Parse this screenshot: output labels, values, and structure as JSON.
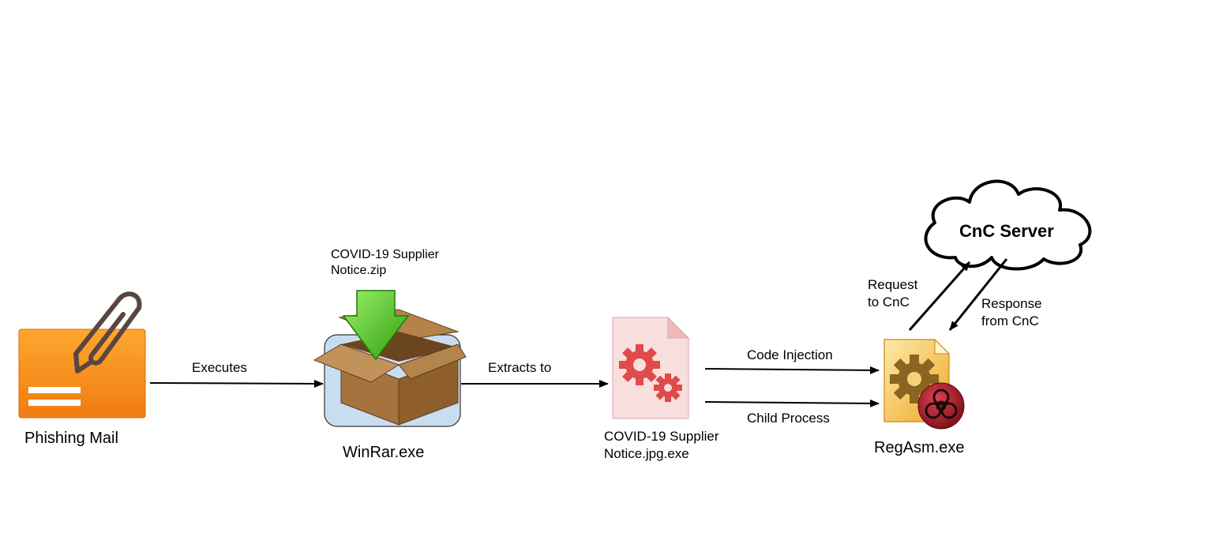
{
  "nodes": {
    "phishing_mail": "Phishing Mail",
    "winrar": "WinRar.exe",
    "zip_file": [
      "COVID-19 Supplier",
      "Notice.zip"
    ],
    "payload": [
      "COVID-19 Supplier",
      "Notice.jpg.exe"
    ],
    "regasm": "RegAsm.exe",
    "cnc_server": "CnC Server"
  },
  "edges": {
    "executes": "Executes",
    "extracts_to": "Extracts to",
    "code_injection": "Code Injection",
    "child_process": "Child Process",
    "request": [
      "Request",
      "to CnC"
    ],
    "response": [
      "Response",
      "from CnC"
    ]
  },
  "colors": {
    "mail_orange": "#f7941d",
    "box_brown": "#a0703a",
    "arrow_green": "#4cc21a",
    "box_bg": "#c9ddf0",
    "doc_pink": "#f7d5d5",
    "gear_red": "#e0403f",
    "exe_yellow": "#f5b93a",
    "biohazard_red": "#b41e2a"
  },
  "icons": [
    "mail-paperclip-icon",
    "archive-box-icon",
    "download-arrow-icon",
    "gear-document-icon",
    "executable-gear-icon",
    "biohazard-icon",
    "cloud-icon"
  ]
}
